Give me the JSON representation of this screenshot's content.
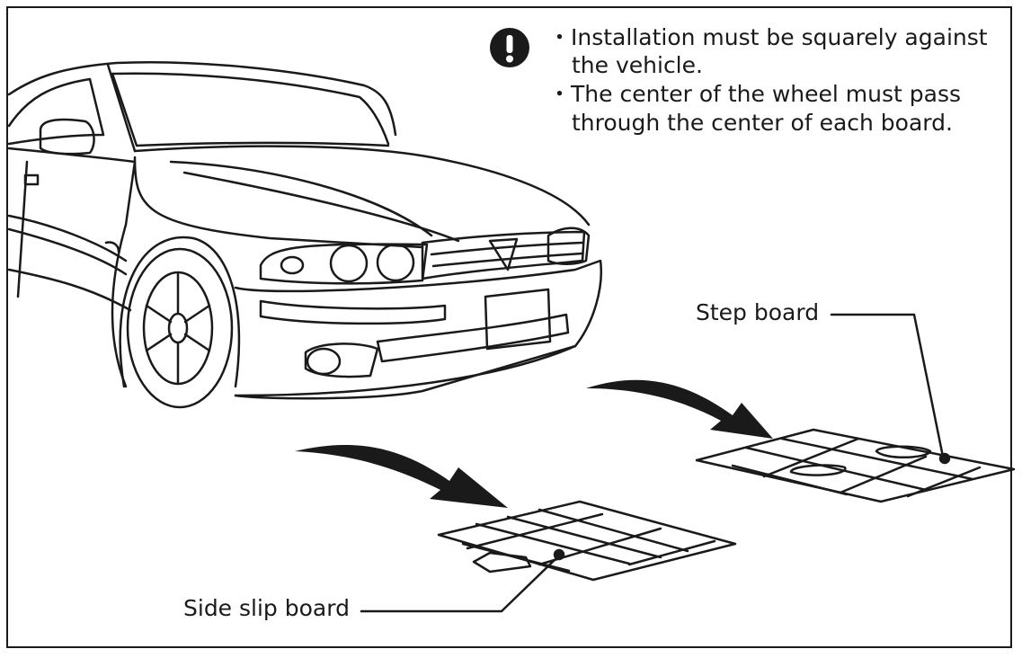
{
  "notice": {
    "icon": "exclamation-icon",
    "lines": [
      "・Installation must be squarely against",
      "the vehicle.",
      "・The center of the wheel must pass",
      "through the center of each board."
    ]
  },
  "labels": {
    "step_board": "Step board",
    "side_slip_board": "Side slip board"
  },
  "colors": {
    "ink": "#1a1a1a",
    "background": "#ffffff"
  }
}
